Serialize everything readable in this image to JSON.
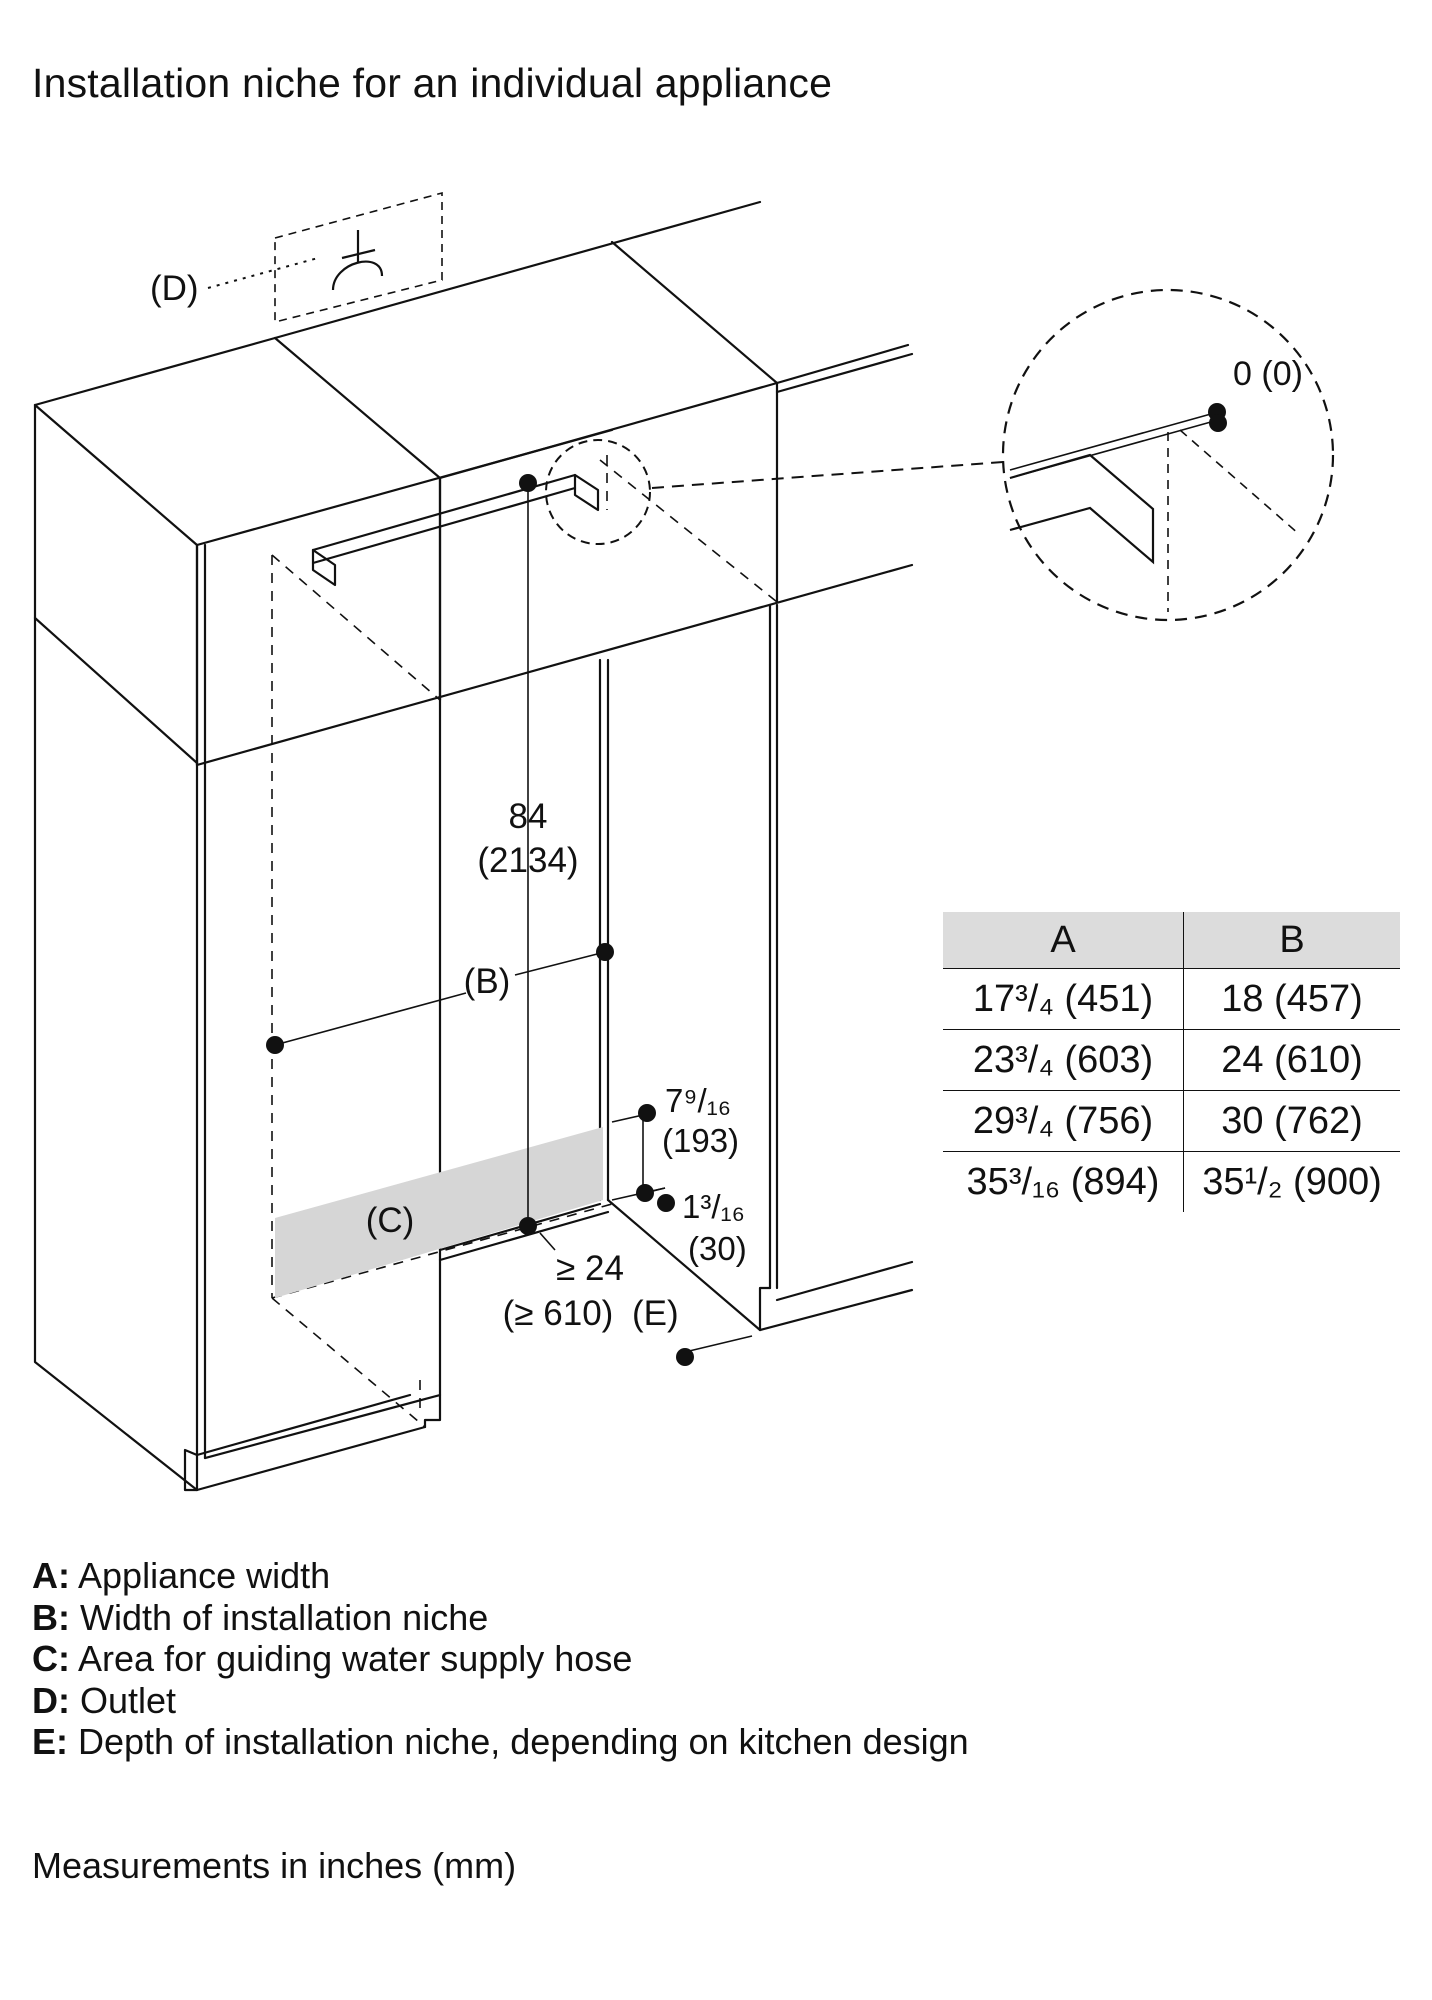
{
  "title": "Installation niche for an individual appliance",
  "diagram": {
    "label_D": "(D)",
    "label_B": "(B)",
    "label_C": "(C)",
    "label_E": "(E)",
    "height_in": "84",
    "height_mm": "(2134)",
    "detail_gap": "0 (0)",
    "upper_gap_in": "7⁹/₁₆",
    "upper_gap_mm": "(193)",
    "lower_gap_in": "1³/₁₆",
    "lower_gap_mm": "(30)",
    "depth_in": "≥ 24",
    "depth_mm": "(≥ 610)"
  },
  "table": {
    "headers": [
      "A",
      "B"
    ],
    "rows": [
      [
        "17³/₄ (451)",
        "18 (457)"
      ],
      [
        "23³/₄ (603)",
        "24 (610)"
      ],
      [
        "29³/₄ (756)",
        "30 (762)"
      ],
      [
        "35³/₁₆ (894)",
        "35¹/₂ (900)"
      ]
    ]
  },
  "legend": [
    {
      "key": "A:",
      "text": "Appliance width"
    },
    {
      "key": "B:",
      "text": "Width of installation niche"
    },
    {
      "key": "C:",
      "text": "Area for guiding water supply hose"
    },
    {
      "key": "D:",
      "text": "Outlet"
    },
    {
      "key": "E:",
      "text": "Depth of installation niche, depending on kitchen design"
    }
  ],
  "note": "Measurements in inches (mm)"
}
